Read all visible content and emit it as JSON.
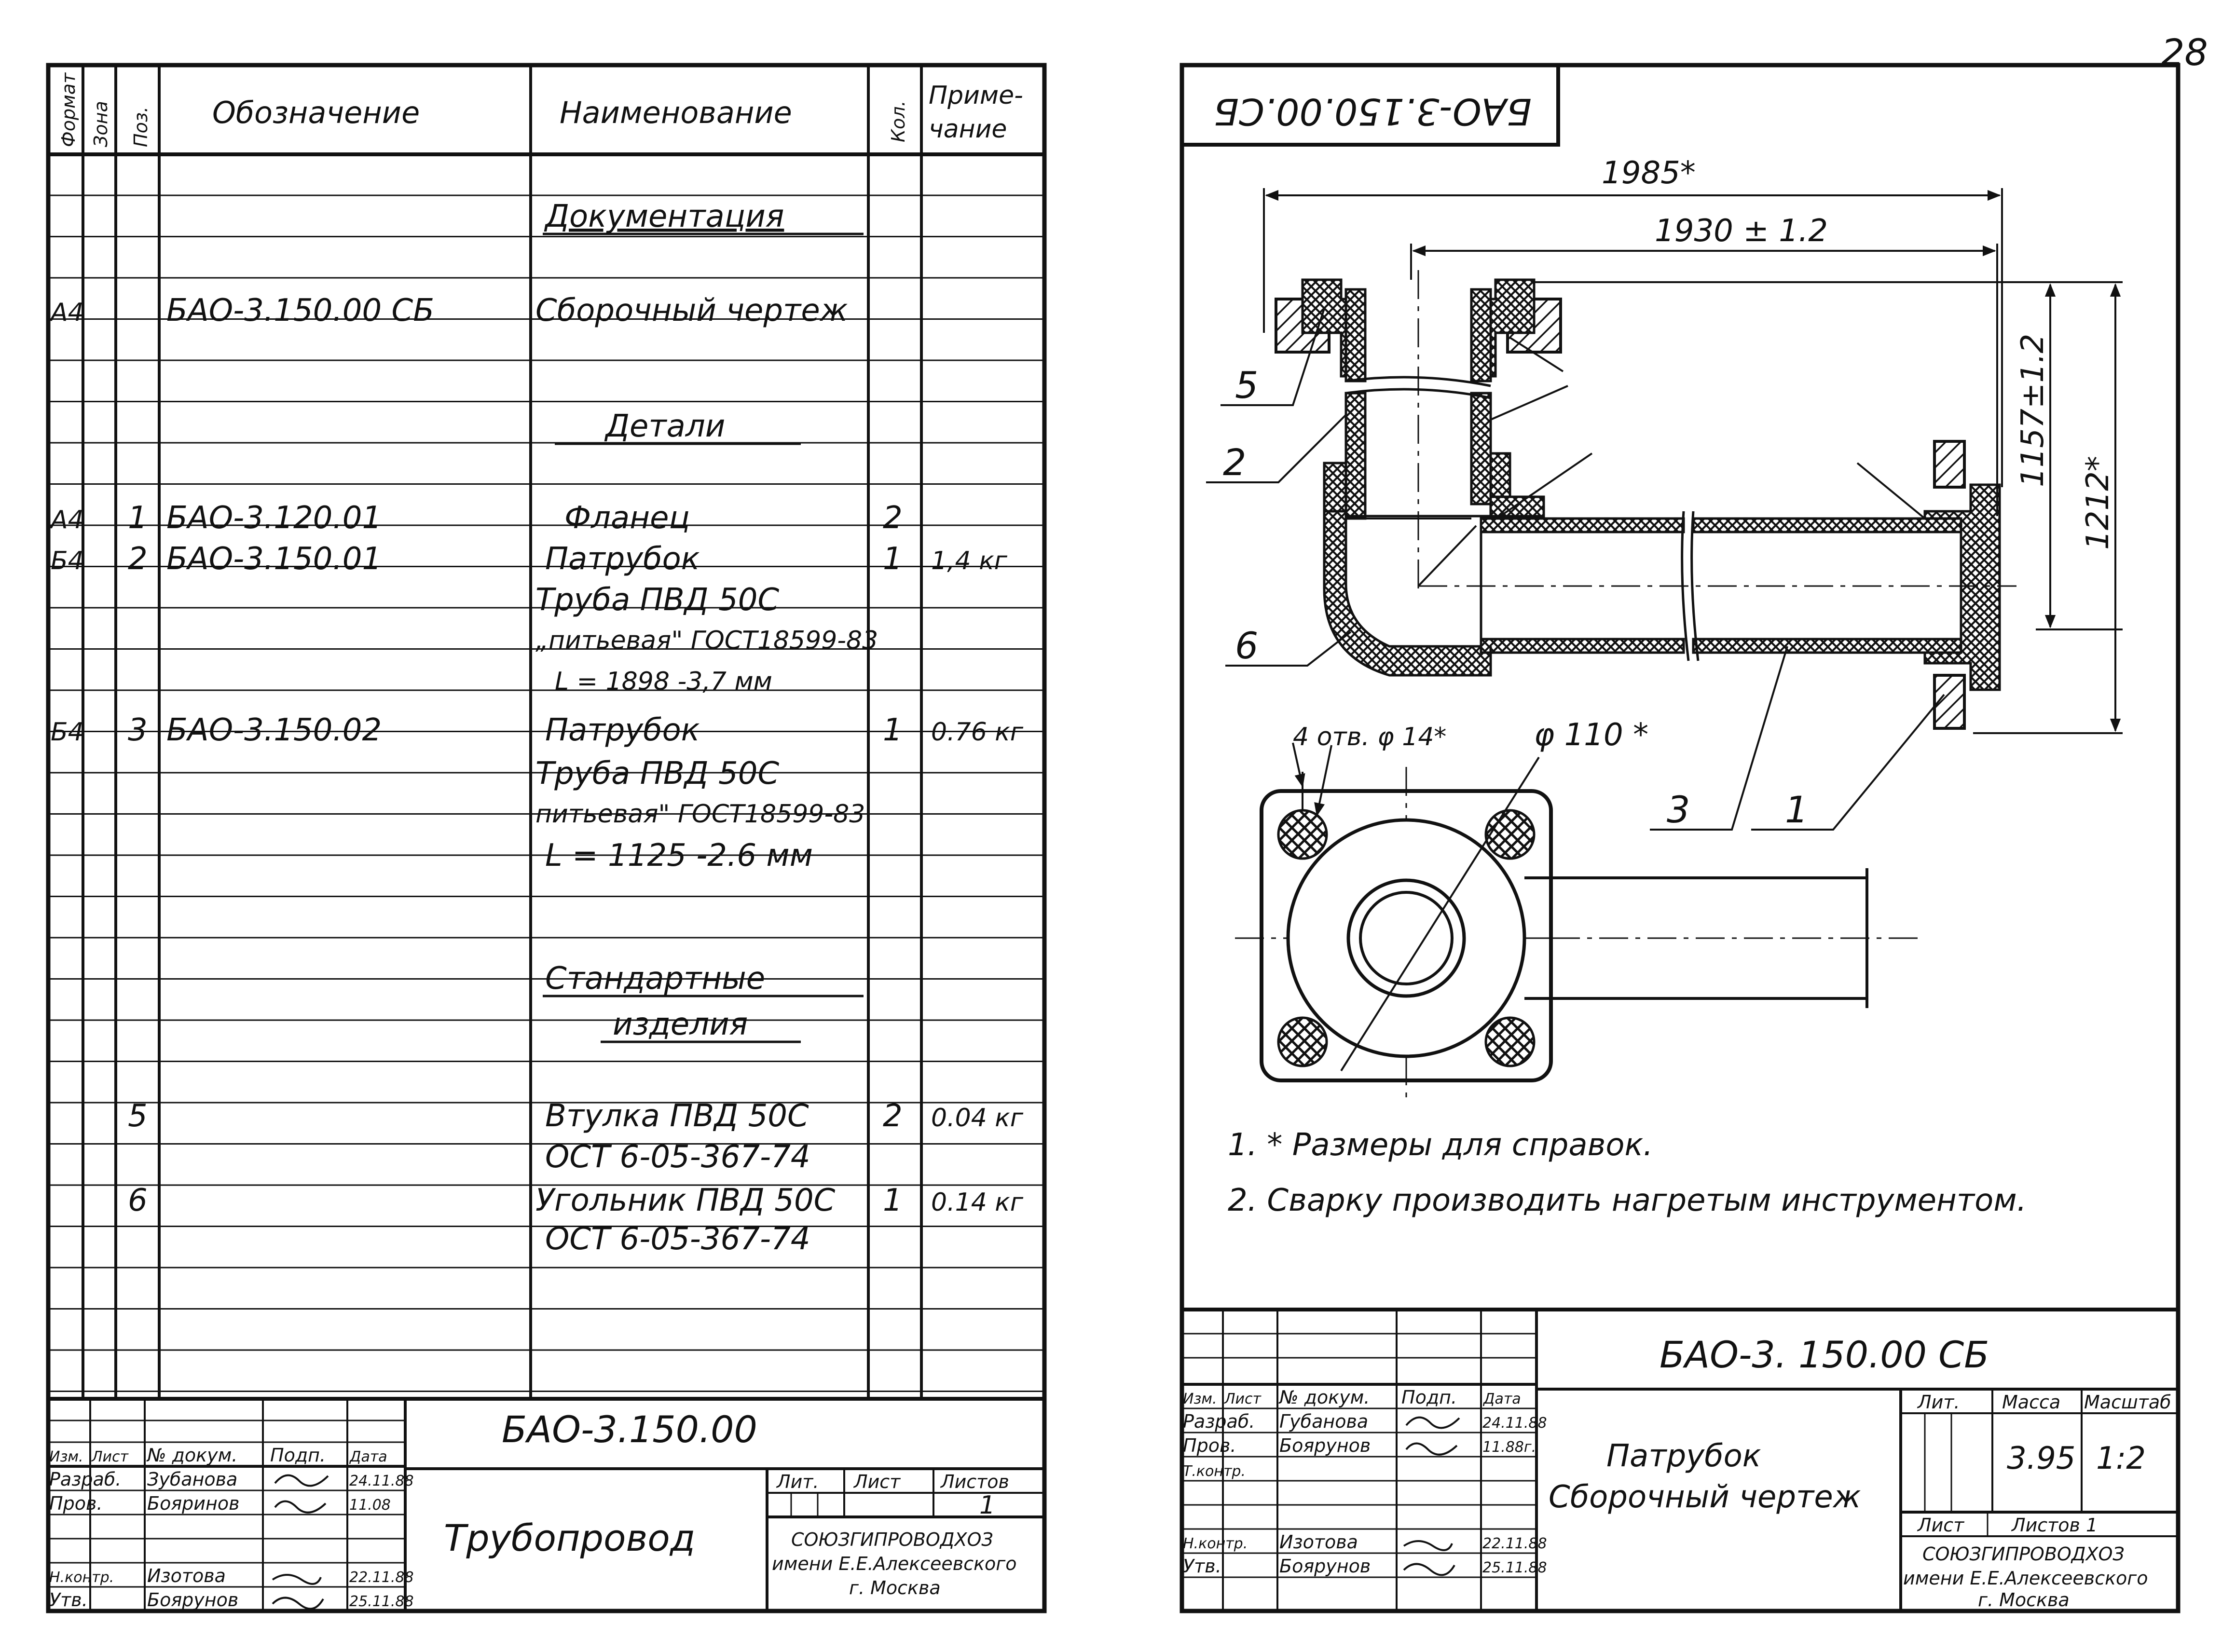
{
  "page_number": "28",
  "spec": {
    "headers": {
      "format": "Формат",
      "zone": "Зона",
      "pos": "Поз.",
      "designation": "Обозначение",
      "name": "Наименование",
      "qty": "Кол.",
      "note1": "Приме-",
      "note2": "чание"
    },
    "sections": {
      "documentation": "Документация",
      "details": "Детали",
      "standard1": "Стандартные",
      "standard2": "изделия"
    },
    "rows": [
      {
        "format": "А4",
        "designation": "БАО-3.150.00 СБ",
        "name": "Сборочный чертеж"
      },
      {
        "format": "А4",
        "pos": "1",
        "designation": "БАО-3.120.01",
        "name": "Фланец",
        "qty": "2"
      },
      {
        "format": "Б4",
        "pos": "2",
        "designation": "БАО-3.150.01",
        "name": "Патрубок",
        "qty": "1",
        "note": "1,4 кг"
      },
      {
        "name": "Труба ПВД 50С"
      },
      {
        "name": "„питьевая\" ГОСТ18599-83"
      },
      {
        "name": "L = 1898 -3,7 мм"
      },
      {
        "format": "Б4",
        "pos": "3",
        "designation": "БАО-3.150.02",
        "name": "Патрубок",
        "qty": "1",
        "note": "0.76 кг"
      },
      {
        "name": "Труба ПВД 50С"
      },
      {
        "name": "питьевая\" ГОСТ18599-83"
      },
      {
        "name": "L = 1125 -2.6 мм"
      },
      {
        "pos": "5",
        "name": "Втулка ПВД 50С",
        "qty": "2",
        "note": "0.04 кг"
      },
      {
        "name": "ОСТ 6-05-367-74"
      },
      {
        "pos": "6",
        "name": "Угольник ПВД 50С",
        "qty": "1",
        "note": "0.14 кг"
      },
      {
        "name": "ОСТ 6-05-367-74"
      }
    ],
    "title_block": {
      "code": "БАО-3.150.00",
      "title": "Трубопровод",
      "col_izm": "Изм.",
      "col_list": "Лист",
      "col_doc": "№ докум.",
      "col_sign": "Подп.",
      "col_date": "Дата",
      "r_razrab": "Разраб.",
      "r_prov": "Пров.",
      "r_nkontr": "Н.контр.",
      "r_utv": "Утв.",
      "n_razrab": "Зубанова",
      "n_prov": "Бояринов",
      "n_nkontr": "Изотова",
      "n_utv": "Боярунов",
      "d_razrab": "24.11.88",
      "d_prov": "11.08",
      "d_nkontr": "22.11.88",
      "d_utv": "25.11.88",
      "lit": "Лит.",
      "sheet": "Лист",
      "sheets": "Листов",
      "sheets_val": "1",
      "org1": "СОЮЗГИПРОВОДХОЗ",
      "org2": "имени Е.Е.Алексеевского",
      "org3": "г. Москва"
    }
  },
  "drawing": {
    "stamp": "БАО-3.150.00.СБ",
    "dims": {
      "d1985": "1985*",
      "d1930": "1930 ± 1.2",
      "d1157": "1157±1.2",
      "d1212": "1212*",
      "holes": "4 отв. φ 14*",
      "dia110": "φ 110 *"
    },
    "leaders": [
      "5",
      "2",
      "6",
      "3",
      "1"
    ],
    "notes": [
      "1.  *  Размеры для справок.",
      "2.   Сварку  производить  нагретым  инструментом."
    ],
    "title_block": {
      "code": "БАО-3. 150.00 СБ",
      "title1": "Патрубок",
      "title2": "Сборочный чертеж",
      "col_izm": "Изм.",
      "col_list": "Лист",
      "col_doc": "№ докум.",
      "col_sign": "Подп.",
      "col_date": "Дата",
      "r_razrab": "Разраб.",
      "r_prov": "Пров.",
      "r_tkontr": "Т.контр.",
      "r_nkontr": "Н.контр.",
      "r_utv": "Утв.",
      "n_razrab": "Губанова",
      "n_prov": "Боярунов",
      "n_nkontr": "Изотова",
      "n_utv": "Боярунов",
      "d_razrab": "24.11.88",
      "d_prov": "11.88г.",
      "d_nkontr": "22.11.88",
      "d_utv": "25.11.88",
      "lit": "Лит.",
      "mass": "Масса",
      "scale": "Масштаб",
      "mass_val": "3.95",
      "scale_val": "1:2",
      "sheet": "Лист",
      "sheets": "Листов 1",
      "org1": "СОЮЗГИПРОВОДХОЗ",
      "org2": "имени Е.Е.Алексеевского",
      "org3": "г. Москва"
    }
  }
}
